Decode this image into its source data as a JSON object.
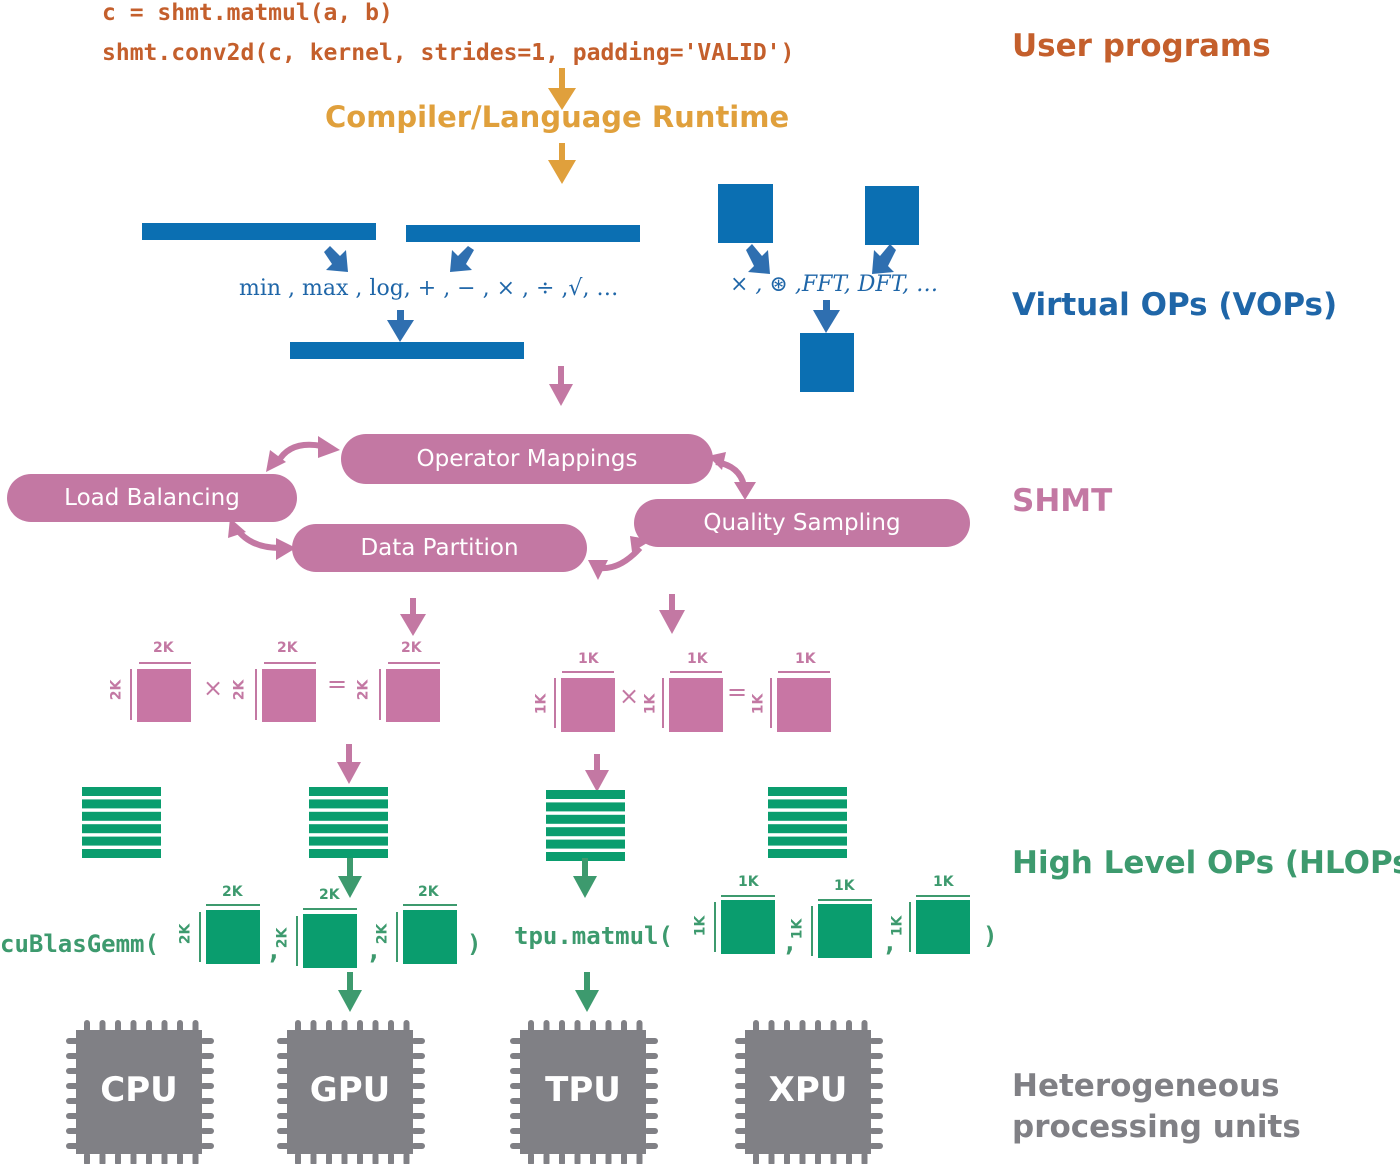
{
  "colors": {
    "user_programs": "#c45f2c",
    "compiler": "#e0a03c",
    "vop": "#0b6fb2",
    "vop_arrow": "#2f6fb0",
    "shmt": "#c378a3",
    "hlop": "#0a9d6e",
    "hlop_arrow": "#3d9a6e",
    "hardware": "#808085"
  },
  "user_programs": {
    "code_lines": [
      "c = shmt.matmul(a, b)",
      "shmt.conv2d(c, kernel, strides=1, padding='VALID')"
    ],
    "label": "User programs"
  },
  "compiler": {
    "label": "Compiler/Language Runtime"
  },
  "vops": {
    "label": "Virtual OPs (VOPs)",
    "vector_ops_text": "min , max , log, + , − , × , ÷ ,√, …",
    "matrix_ops_text": "× , ⊛ ,FFT, DFT, …"
  },
  "shmt": {
    "label": "SHMT",
    "components": [
      "Operator Mappings",
      "Load Balancing",
      "Data Partition",
      "Quality Sampling"
    ],
    "partitions": [
      {
        "size": "2K",
        "operators": [
          "×",
          "="
        ]
      },
      {
        "size": "1K",
        "operators": [
          "×",
          "="
        ]
      }
    ]
  },
  "hlops": {
    "label": "High Level OPs (HLOPs)",
    "calls": [
      {
        "function": "cuBlasGemm(",
        "size": "2K",
        "close": ")",
        "separator": ","
      },
      {
        "function": "tpu.matmul(",
        "size": "1K",
        "close": ")",
        "separator": ","
      }
    ]
  },
  "hardware": {
    "label_line1": "Heterogeneous",
    "label_line2": "processing units",
    "units": [
      "CPU",
      "GPU",
      "TPU",
      "XPU"
    ]
  }
}
